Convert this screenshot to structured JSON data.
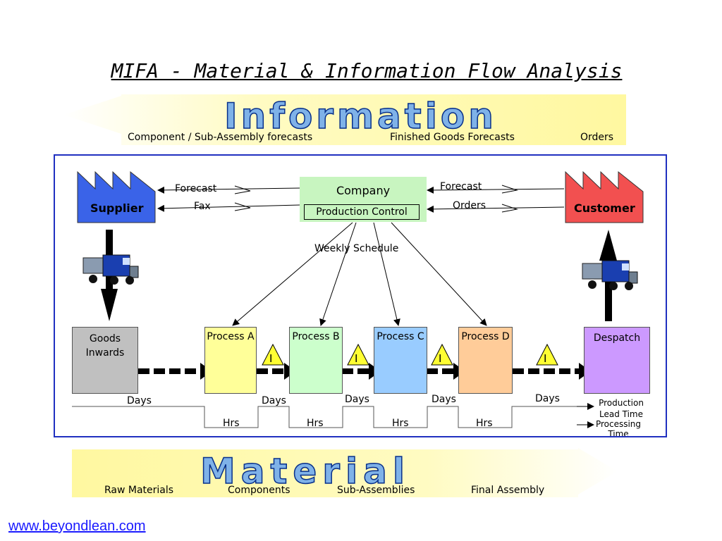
{
  "title": "MIFA - Material & Information Flow Analysis",
  "information_band": {
    "heading": "Information",
    "labels": [
      "Component / Sub-Assembly forecasts",
      "Finished Goods Forecasts",
      "Orders"
    ]
  },
  "material_band": {
    "heading": "Material",
    "labels": [
      "Raw Materials",
      "Components",
      "Sub-Assemblies",
      "Final Assembly"
    ]
  },
  "supplier": "Supplier",
  "customer": "Customer",
  "company": {
    "title": "Company",
    "subtitle": "Production Control"
  },
  "arrows_left": {
    "forecast": "Forecast",
    "fax": "Fax"
  },
  "arrows_right": {
    "forecast": "Forecast",
    "orders": "Orders"
  },
  "weekly_schedule": "Weekly Schedule",
  "processes": [
    {
      "label": "Goods Inwards"
    },
    {
      "label": "Process A"
    },
    {
      "label": "Process B"
    },
    {
      "label": "Process C"
    },
    {
      "label": "Process D"
    },
    {
      "label": "Despatch"
    }
  ],
  "inventory_symbol": "I",
  "timeline": {
    "days": [
      "Days",
      "Days",
      "Days",
      "Days",
      "Days"
    ],
    "hrs": [
      "Hrs",
      "Hrs",
      "Hrs",
      "Hrs"
    ],
    "production_lead_time": "Production Lead Time",
    "processing_time": "Processing Time"
  },
  "colors": {
    "supplier": "#3a63e8",
    "customer": "#f25050",
    "company": "#c8f5c0",
    "goods_inwards": "#c0c0c0",
    "process_a": "#ffff99",
    "process_b": "#ccffcc",
    "process_c": "#99ccff",
    "process_d": "#ffcc99",
    "despatch": "#cc99ff",
    "band": "#fffbb0"
  },
  "footer_link": "www.beyondlean.com"
}
